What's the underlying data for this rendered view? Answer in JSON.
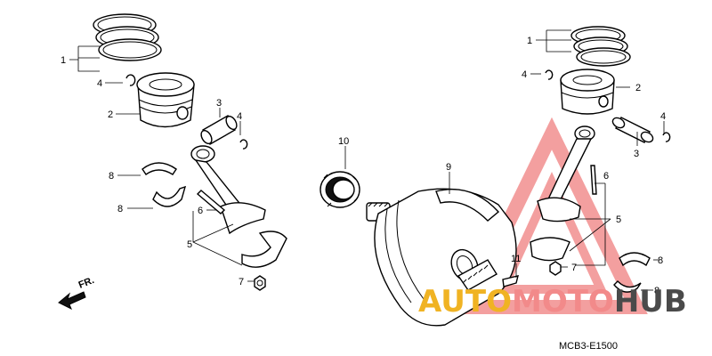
{
  "diagram": {
    "code": "MCB3-E1500",
    "direction_label": "FR.",
    "watermark": {
      "part1": "AUTO",
      "part2": "MOTO",
      "part3": "HUB"
    },
    "callouts": {
      "l_rings": "1",
      "l_clip_top": "4",
      "l_piston": "2",
      "l_pin": "3",
      "l_clip_pin": "4",
      "l_bearing_top": "8",
      "l_bearing_bot": "8",
      "l_bolt": "6",
      "l_rod": "5",
      "l_nut": "7",
      "r_rings": "1",
      "r_clip_top": "4",
      "r_piston": "2",
      "r_pin": "3",
      "r_clip_pin": "4",
      "r_bolt": "6",
      "r_rod": "5",
      "r_nut": "7",
      "r_bearing_top": "8",
      "r_bearing_bot": "8",
      "bearing_needle": "10",
      "crankshaft": "9",
      "key": "11"
    }
  }
}
